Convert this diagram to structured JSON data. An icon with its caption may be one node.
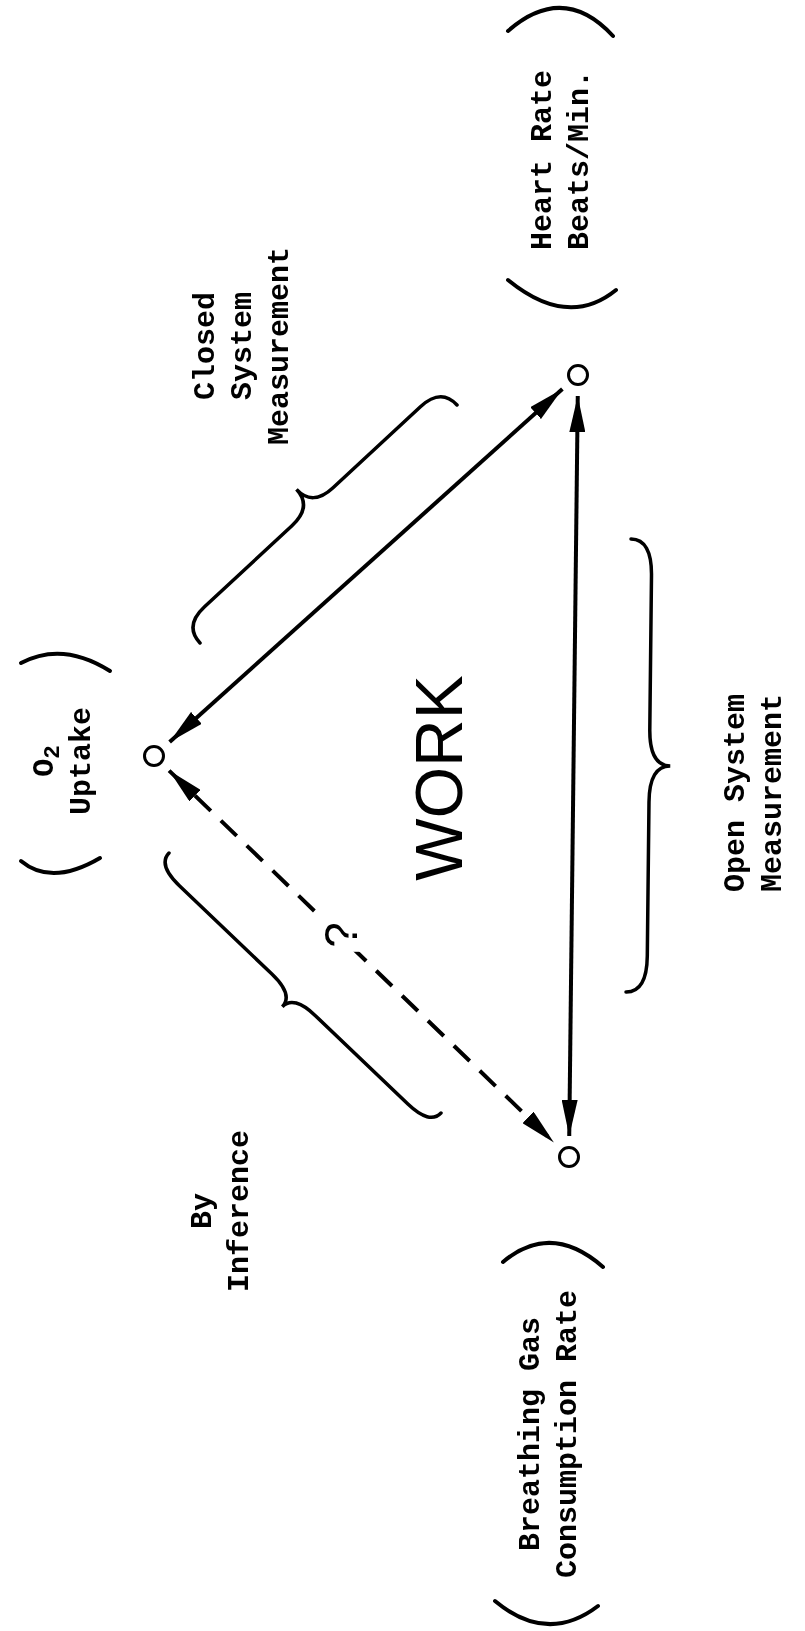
{
  "diagram": {
    "nodes": [
      {
        "text": [],
        "shape": "circle"
      },
      {
        "text": [],
        "shape": "circle"
      },
      {
        "text": [],
        "shape": "circle"
      }
    ],
    "edges": [
      {
        "from": 0,
        "to": 1,
        "arrow": "both"
      },
      {
        "from": 0,
        "to": 2,
        "arrow": "both"
      },
      {
        "from": 1,
        "to": 2,
        "arrow": "both",
        "style": "dashed",
        "label": "?"
      }
    ],
    "labels": [
      "Heart Rate Beats/Min.",
      "Closed System Measurement",
      "O$_{2}$ Uptake",
      "WORK",
      "Open System Measurement",
      "By Inference",
      "Breathing Gas Consumption Rate"
    ]
  }
}
